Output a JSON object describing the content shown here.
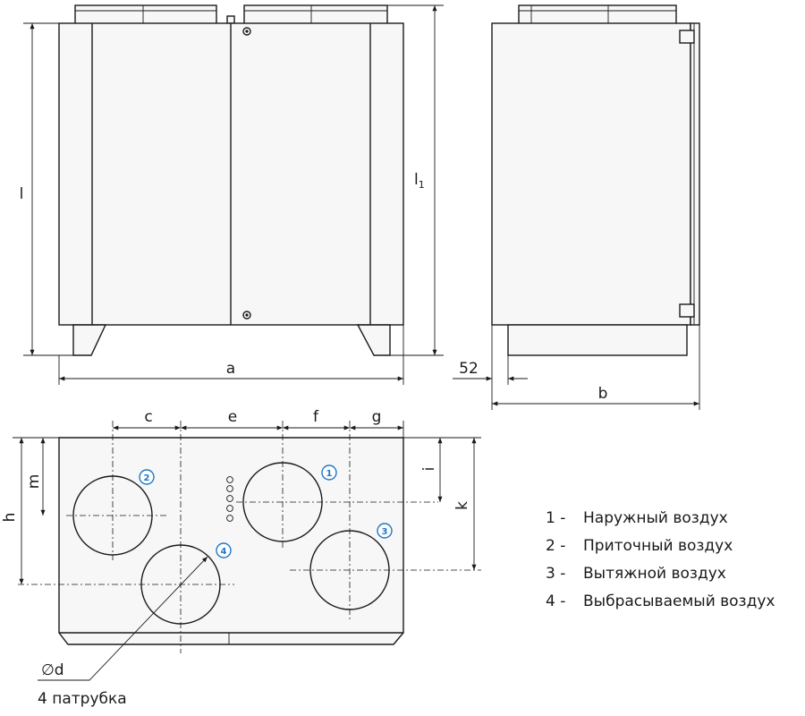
{
  "dimensions": {
    "a": "a",
    "b": "b",
    "c": "c",
    "e": "e",
    "f": "f",
    "g": "g",
    "h": "h",
    "i": "i",
    "k": "k",
    "l": "l",
    "l1_main": "l",
    "l1_sub": "1",
    "m": "m",
    "offset_52": "52",
    "diameter": "∅d"
  },
  "note": "4 патрубка",
  "badges": [
    "1",
    "2",
    "3",
    "4"
  ],
  "legend": [
    {
      "num": "1 -",
      "text": "Наружный воздух"
    },
    {
      "num": "2 -",
      "text": "Приточный воздух"
    },
    {
      "num": "3 -",
      "text": "Вытяжной воздух"
    },
    {
      "num": "4 -",
      "text": "Выбрасываемый воздух"
    }
  ],
  "colors": {
    "line": "#1a1a1a",
    "accent": "#1f78c8",
    "fill": "#f7f7f7"
  }
}
